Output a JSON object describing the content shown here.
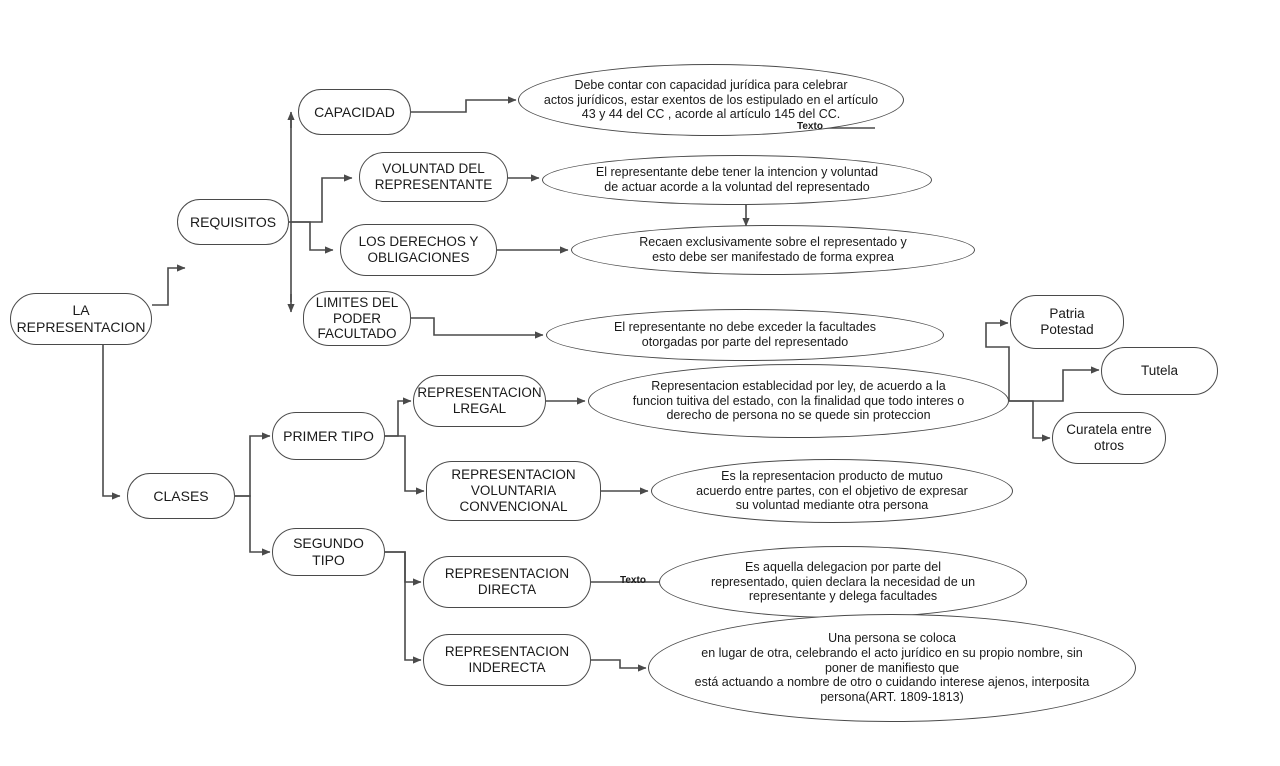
{
  "diagram": {
    "title": "LA REPRESENTACION",
    "stroke_color": "#4a4a4a",
    "text_color": "#1a1a1a",
    "background_color": "#ffffff"
  },
  "nodes": {
    "root": {
      "label": "LA\nREPRESENTACION"
    },
    "requisitos": {
      "label": "REQUISITOS"
    },
    "clases": {
      "label": "CLASES"
    },
    "capacidad": {
      "label": "CAPACIDAD"
    },
    "voluntad": {
      "label": "VOLUNTAD DEL\nREPRESENTANTE"
    },
    "derechos": {
      "label": "LOS DERECHOS Y\nOBLIGACIONES"
    },
    "limites": {
      "label": "LIMITES DEL\nPODER\nFACULTADO"
    },
    "capacidad_desc": {
      "label": "Debe contar con capacidad jurídica para celebrar\nactos jurídicos, estar exentos de los estipulado en el artículo\n43 y 44 del CC , acorde al artículo 145 del CC."
    },
    "voluntad_desc": {
      "label": "El representante debe tener la intencion y voluntad\nde actuar acorde a la voluntad del representado"
    },
    "derechos_desc": {
      "label": "Recaen exclusivamente sobre el representado y\nesto debe ser manifestado de forma exprea"
    },
    "limites_desc": {
      "label": "El representante no debe exceder la facultades\notorgadas por parte del representado"
    },
    "primer_tipo": {
      "label": "PRIMER TIPO"
    },
    "segundo_tipo": {
      "label": "SEGUNDO\nTIPO"
    },
    "rep_legal": {
      "label": "REPRESENTACION\nLREGAL"
    },
    "rep_legal_desc": {
      "label": "Representacion establecidad por ley, de acuerdo a la\nfuncion tuitiva del estado, con la finalidad que todo interes o\nderecho de persona no se quede sin proteccion"
    },
    "patria_potestad": {
      "label": "Patria\nPotestad"
    },
    "tutela": {
      "label": "Tutela"
    },
    "curatela": {
      "label": "Curatela entre\notros"
    },
    "rep_voluntaria": {
      "label": "REPRESENTACION\nVOLUNTARIA\nCONVENCIONAL"
    },
    "rep_voluntaria_desc": {
      "label": "Es la representacion producto de mutuo\nacuerdo entre partes, con el objetivo de expresar\nsu voluntad mediante otra persona"
    },
    "rep_directa": {
      "label": "REPRESENTACION\nDIRECTA"
    },
    "rep_directa_desc": {
      "label": "Es aquella delegacion por parte del\nrepresentado, quien declara la necesidad de un\nrepresentante y delega facultades"
    },
    "rep_indirecta": {
      "label": "REPRESENTACION\nINDERECTA"
    },
    "rep_indirecta_desc": {
      "label": "Una persona se coloca\nen lugar de otra, celebrando el acto jurídico en su propio nombre, sin\nponer de manifiesto que\nestá actuando a nombre de otro o cuidando interese ajenos, interposita\npersona(ART. 1809-1813)"
    }
  },
  "edge_labels": {
    "capacidad_texto": "Texto",
    "directa_texto": "Texto"
  }
}
